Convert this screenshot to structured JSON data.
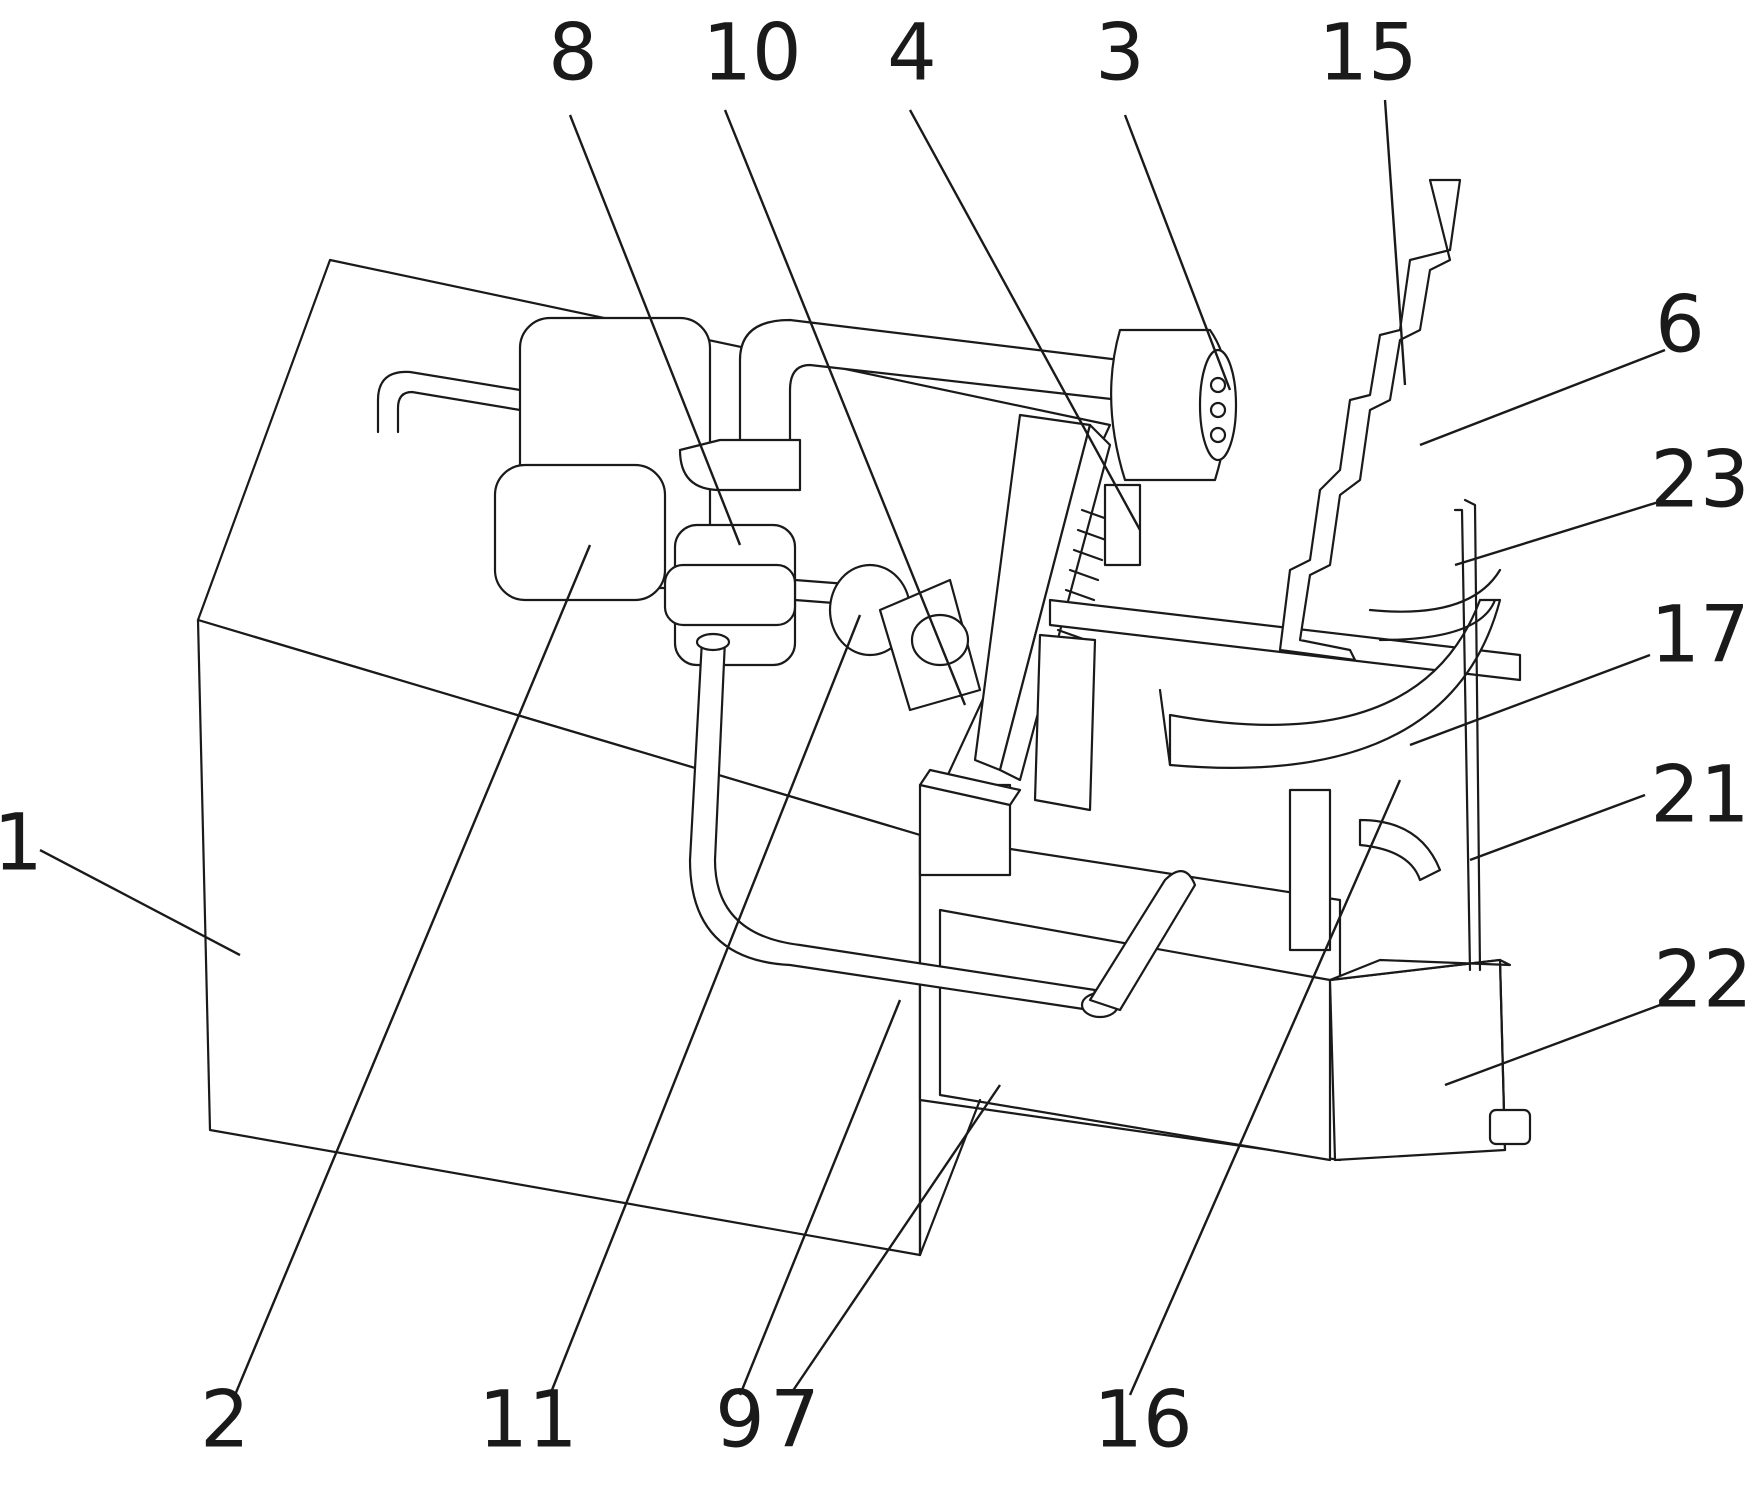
{
  "figure": {
    "labels": [
      "1",
      "2",
      "3",
      "4",
      "6",
      "7",
      "8",
      "9",
      "10",
      "11",
      "15",
      "16",
      "17",
      "21",
      "22",
      "23"
    ]
  },
  "colors": {
    "line": "#1a1a1a",
    "background": "#ffffff"
  }
}
